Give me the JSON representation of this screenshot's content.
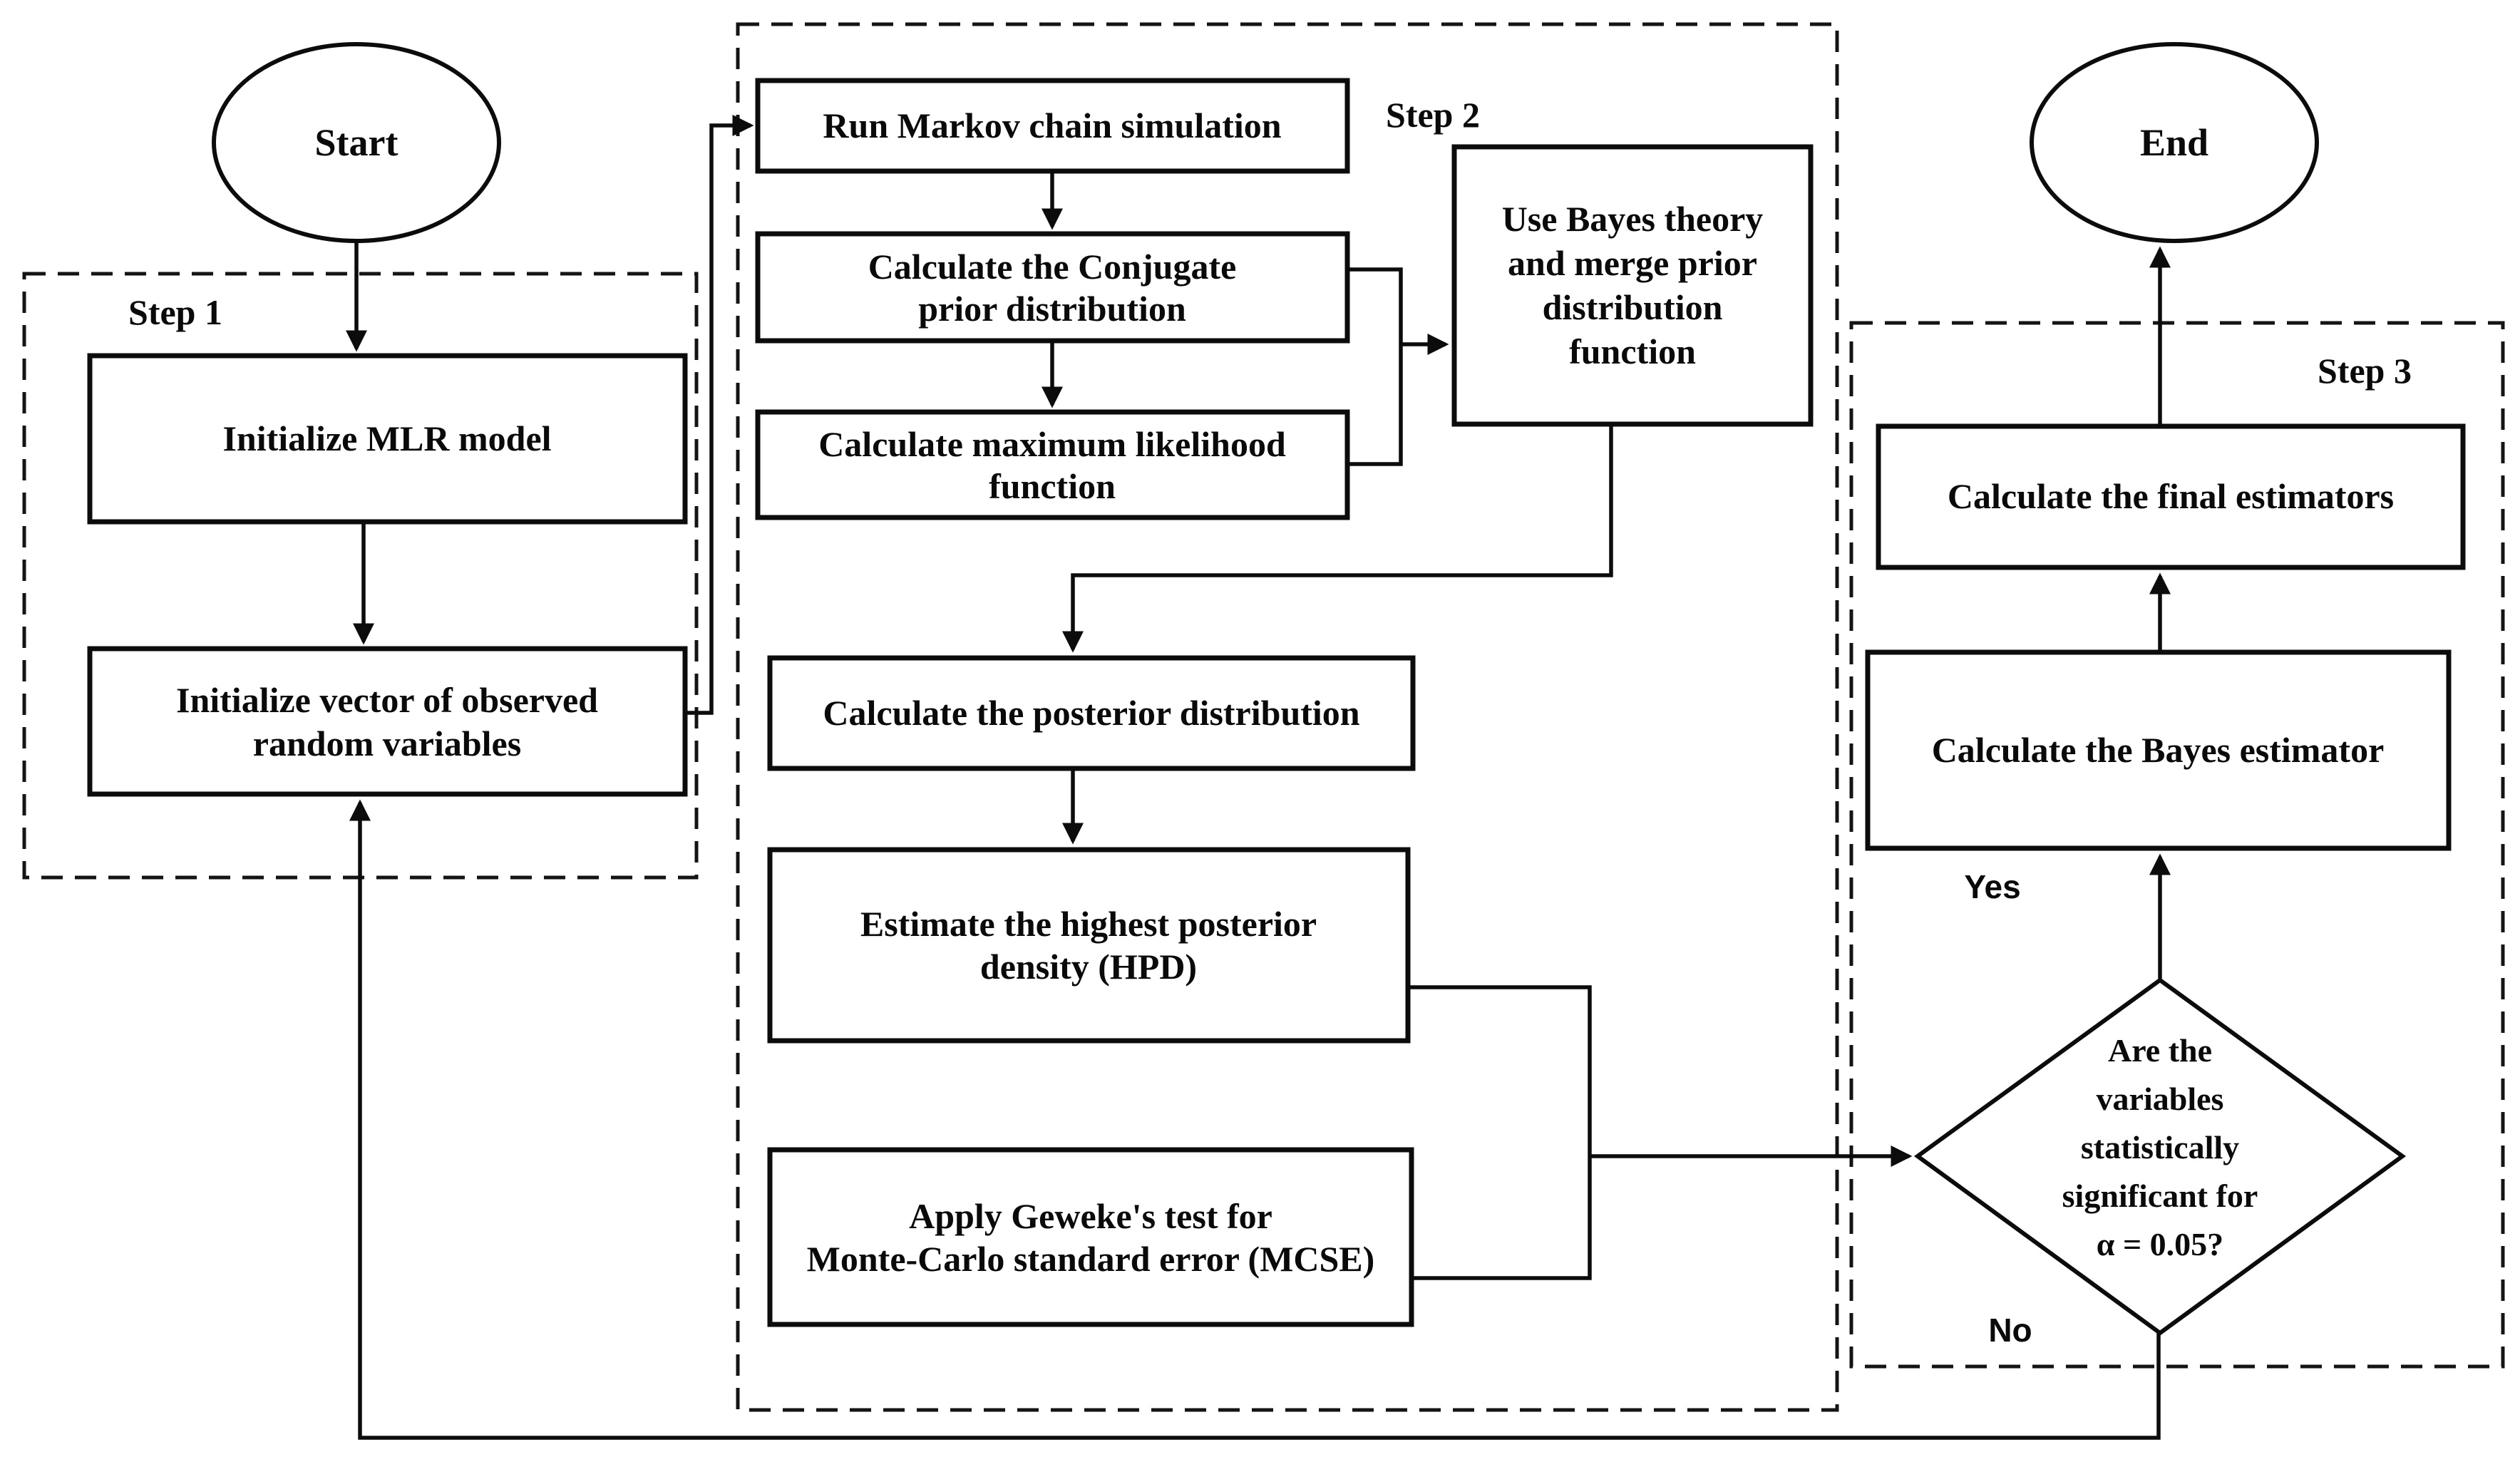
{
  "figure": {
    "background": "#ffffff",
    "line_color": "#0c0c0c"
  },
  "terminals": {
    "start": "Start",
    "end": "End"
  },
  "steps": {
    "step1": "Step 1",
    "step2": "Step 2",
    "step3": "Step 3"
  },
  "nodes": {
    "init_mlr": [
      "Initialize MLR model"
    ],
    "init_vector": [
      "Initialize vector of observed",
      "random variables"
    ],
    "run_markov": [
      "Run Markov chain simulation"
    ],
    "conjugate_prior": [
      "Calculate the Conjugate",
      "prior distribution"
    ],
    "max_likelihood": [
      "Calculate maximum likelihood",
      "function"
    ],
    "bayes_theory": [
      "Use Bayes theory",
      "and merge prior",
      "distribution",
      "function"
    ],
    "posterior": [
      "Calculate the posterior distribution"
    ],
    "hpd": [
      "Estimate the highest posterior",
      "density (HPD)"
    ],
    "geweke": [
      "Apply Geweke's test for",
      "Monte-Carlo standard error (MCSE)"
    ],
    "bayes_estimator": [
      "Calculate the Bayes estimator"
    ],
    "final_estimators": [
      "Calculate the final estimators"
    ]
  },
  "decision": {
    "lines": [
      "Are the",
      "variables",
      "statistically",
      "significant for",
      "α = 0.05?"
    ]
  },
  "edge_labels": {
    "yes": "Yes",
    "no": "No"
  }
}
